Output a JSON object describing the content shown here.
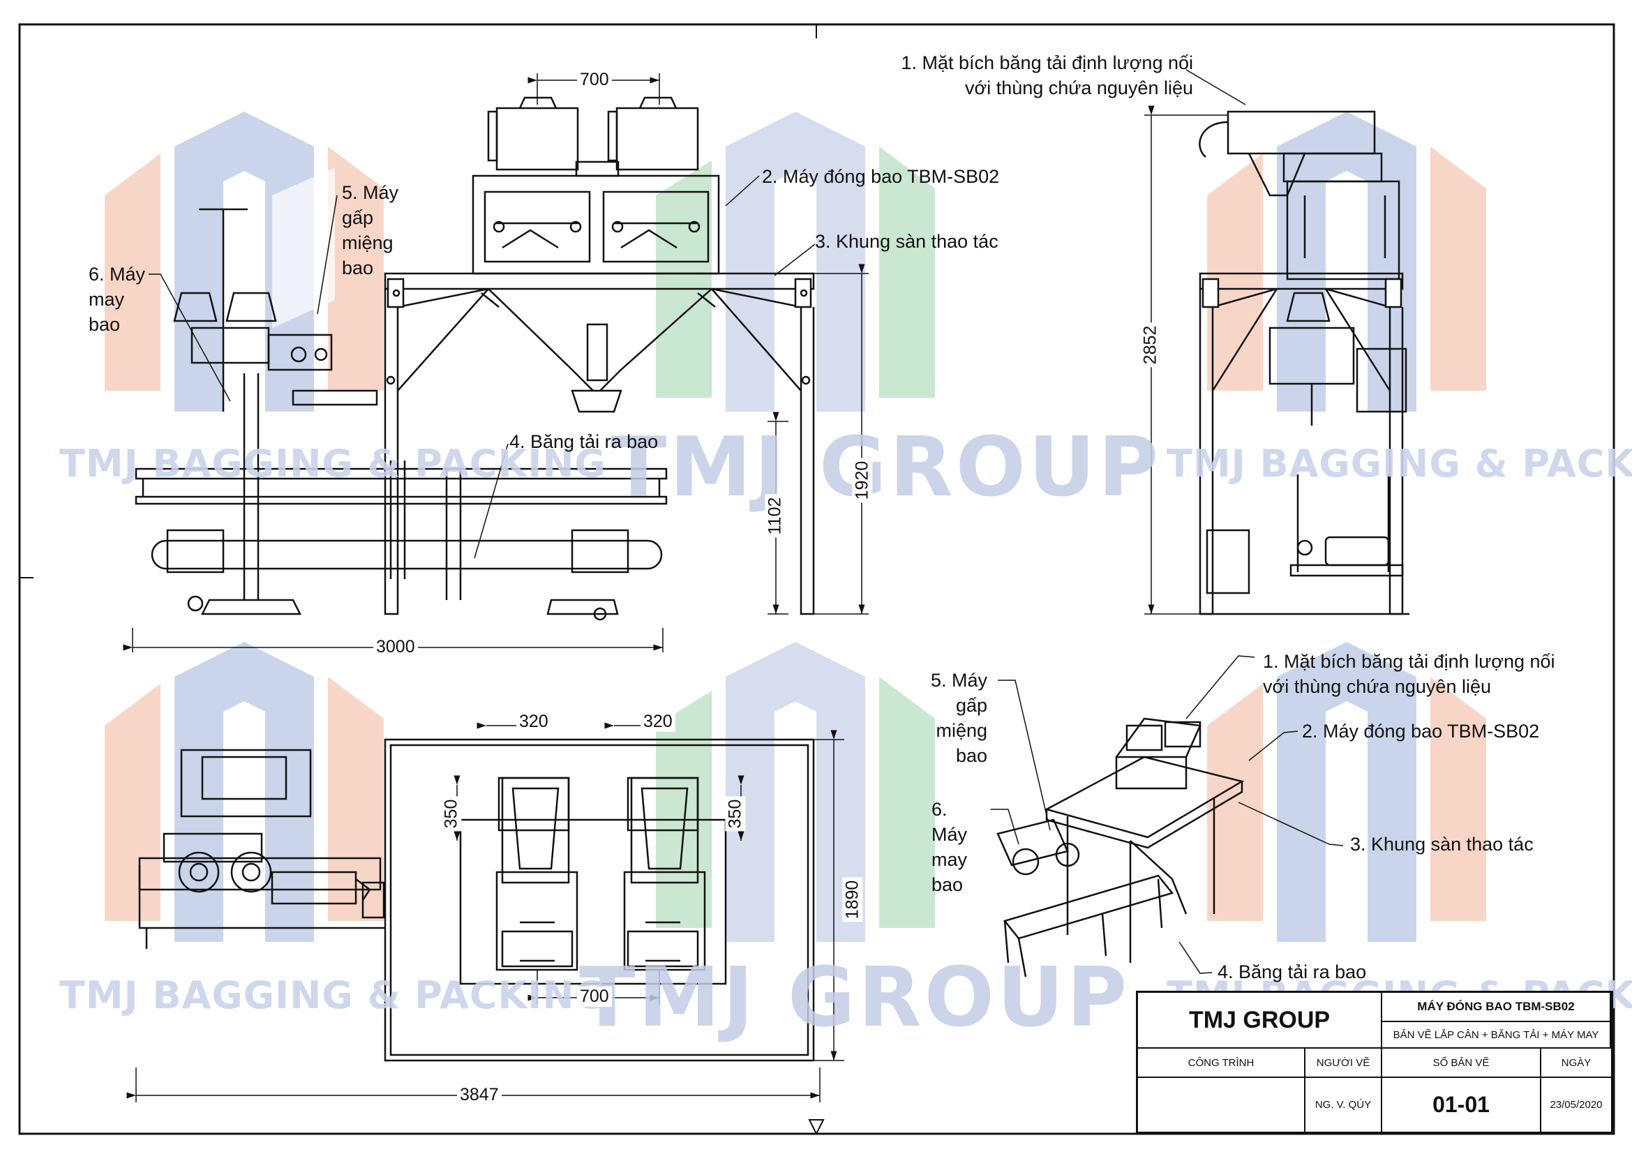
{
  "labels": {
    "front_sewing": "6. Máy may bao",
    "front_folding": "5. Máy gấp miệng bao",
    "front_bagging": "2. Máy đóng bao TBM-SB02",
    "front_platform": "3. Khung sàn thao tác",
    "front_conveyor": "4. Băng tải ra bao",
    "side_flange": "1. Mặt bích băng tải định lượng nối với thùng chứa nguyên liệu",
    "iso_flange": "1. Mặt bích băng tải định lượng nối với thùng chứa nguyên liệu",
    "iso_bagging": "2. Máy đóng bao TBM-SB02",
    "iso_platform": "3. Khung sàn thao tác",
    "iso_conveyor": "4. Băng tải ra bao",
    "iso_folding": "5. Máy gấp miệng bao",
    "iso_sewing": "6. Máy may bao"
  },
  "dimensions": {
    "front_top_width": "700",
    "front_total_width": "3000",
    "front_conveyor_height": "1102",
    "front_platform_height": "1920",
    "side_total_height": "2852",
    "top_left_spout": "320",
    "top_right_spout": "320",
    "top_left_depth": "350",
    "top_right_depth": "350",
    "top_spout_spacing": "700",
    "top_depth": "1890",
    "top_total_width": "3847"
  },
  "watermarks": {
    "brand": "TMJ BAGGING & PACKING",
    "group": "TMJ GROUP"
  },
  "title_block": {
    "company": "TMJ GROUP",
    "title": "MÁY ĐÓNG BAO TBM-SB02",
    "subtitle": "BẢN VẼ LẮP CÂN + BĂNG TẢI + MÁY MAY",
    "col_project": "CÔNG TRÌNH",
    "col_drawer": "NGƯỜI VẼ",
    "col_drawing_no": "SỐ BẢN VẼ",
    "col_date": "NGÀY",
    "drawer": "NG. V. QÚY",
    "drawing_no": "01-01",
    "date": "23/05/2020"
  },
  "colors": {
    "watermark_blue": "#c3cde6",
    "watermark_orange": "#f6cdb7",
    "watermark_green": "#c8e6cf",
    "line": "#111111"
  }
}
